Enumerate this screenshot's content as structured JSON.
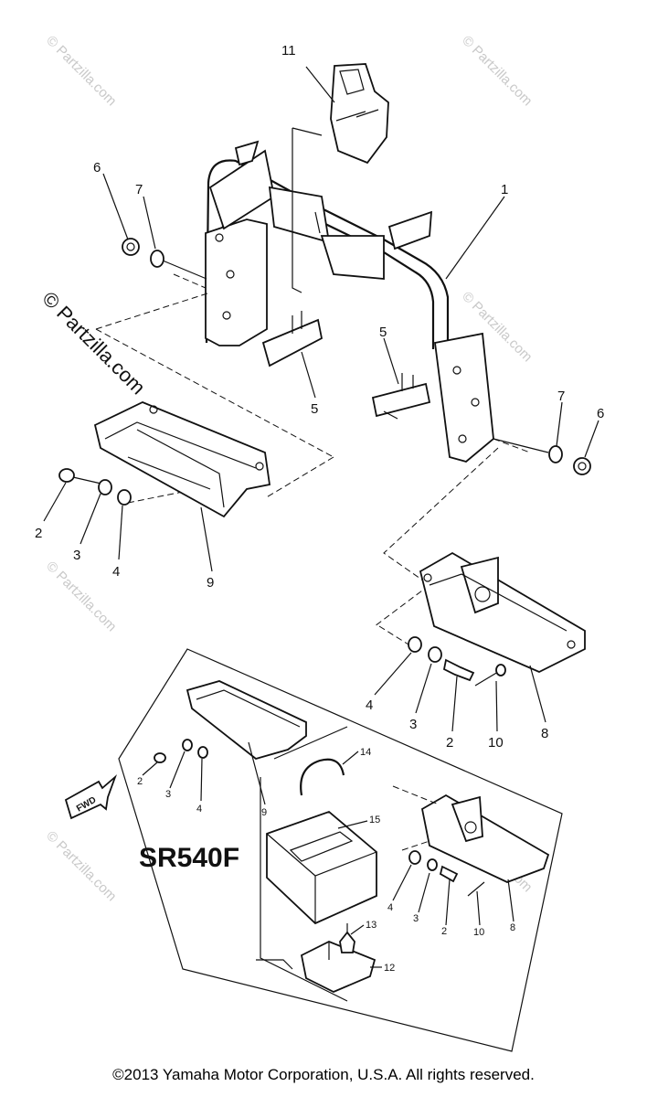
{
  "callouts": {
    "c11": "11",
    "c1": "1",
    "c6a": "6",
    "c7a": "7",
    "c5a": "5",
    "c5b": "5",
    "c7b": "7",
    "c6b": "6",
    "c2a": "2",
    "c3a": "3",
    "c4a": "4",
    "c9a": "9",
    "c4b": "4",
    "c3b": "3",
    "c2b": "2",
    "c10a": "10",
    "c8a": "8",
    "c14": "14",
    "c15": "15",
    "c2c": "2",
    "c3c": "3",
    "c4c": "4",
    "c9b": "9",
    "c4d": "4",
    "c3d": "3",
    "c2d": "2",
    "c10b": "10",
    "c8b": "8",
    "c13": "13",
    "c12": "12"
  },
  "model_label": "SR540F",
  "fwd_label": "FWD",
  "watermark": "© Partzilla.com",
  "copyright": "©2013  Yamaha Motor Corporation, U.S.A. All rights reserved."
}
